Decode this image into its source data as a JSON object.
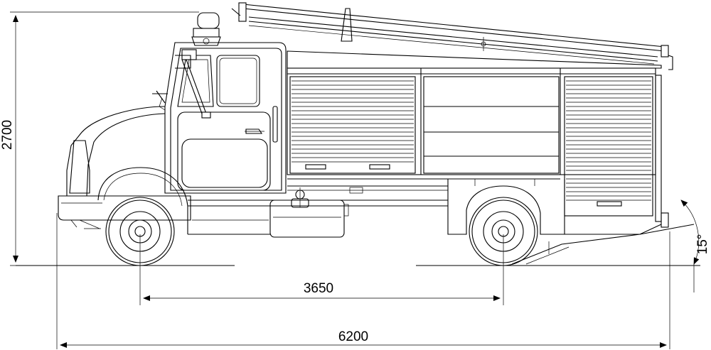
{
  "dimensions": {
    "wheelbase": "3650",
    "overall_length": "6200",
    "overall_height": "2700",
    "departure_angle": "15°"
  }
}
